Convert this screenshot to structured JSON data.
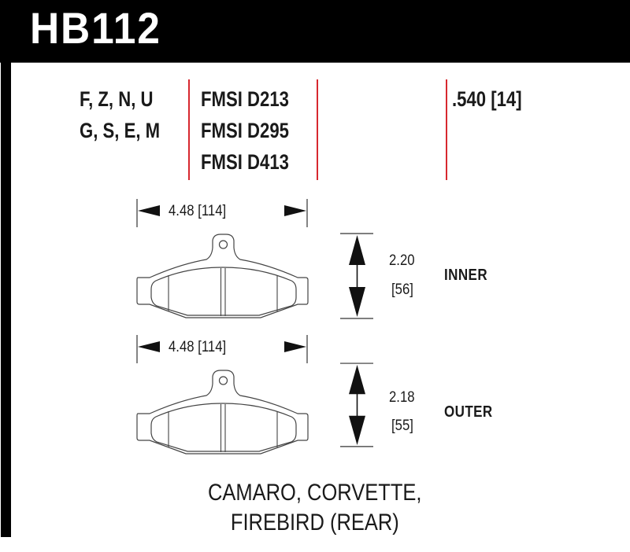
{
  "header": {
    "part_number": "HB112"
  },
  "specs": {
    "compound_lines": [
      "F, Z, N, U",
      "G, S, E, M"
    ],
    "fmsi_lines": [
      "FMSI D213",
      "FMSI D295",
      "FMSI D413"
    ],
    "thickness": ".540 [14]"
  },
  "inner_pad": {
    "width_label": "4.48 [114]",
    "height_in": "2.20",
    "height_mm": "[56]",
    "label": "INNER"
  },
  "outer_pad": {
    "width_label": "4.48 [114]",
    "height_in": "2.18",
    "height_mm": "[55]",
    "label": "OUTER"
  },
  "application": {
    "line1": "CAMARO, CORVETTE,",
    "line2": "FIREBIRD (REAR)"
  },
  "colors": {
    "header_bg": "#000000",
    "header_text": "#ffffff",
    "divider_red": "#d7282f",
    "text": "#1a1a1a",
    "line": "#555555"
  }
}
